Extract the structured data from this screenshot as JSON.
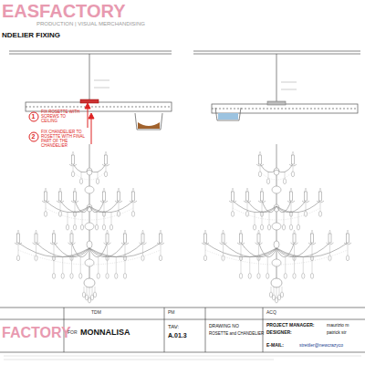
{
  "diagram": {
    "title": "NDELIER FIXING",
    "labels": [
      "EASFACTORY",
      "PRODUCTION | VISUAL MERCHANDISING",
      "1",
      "FIX ROSETTE WITH SCREWS TO CEILING",
      "2",
      "FIX CHANDELIER TO ROSETTE WITH FINAL PART OF THE CHANDELIER",
      "FACTORY",
      "FOR",
      "MONNALISA",
      "TDM",
      "PM",
      "TAV:",
      "A.01.3",
      "DRAWING NO",
      "ROSETTE and CHANDELIER",
      "ACQ",
      "PROJECT MANAGER:",
      "DESIGNER:",
      "E-MAIL:",
      "maurizio m",
      "patrick str",
      "strettler@newcrazyco"
    ]
  }
}
